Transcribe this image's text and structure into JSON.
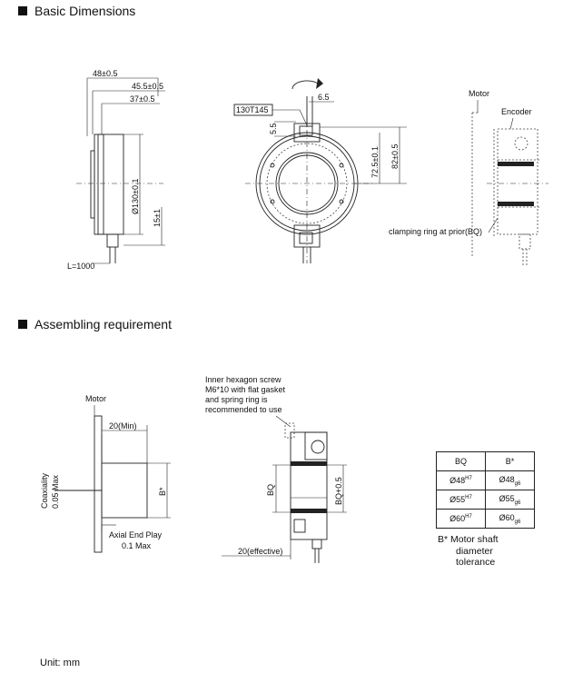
{
  "headings": {
    "basic": "Basic Dimensions",
    "assembling": "Assembling requirement"
  },
  "side_view": {
    "dim_48": "48±0.5",
    "dim_45_5": "45.5±0.5",
    "dim_37": "37±0.5",
    "dim_dia130": "Ø130±0.1",
    "dim_15": "15±1",
    "cable": "L=1000"
  },
  "front_view": {
    "label_130t145": "130T145",
    "dim_6_5": "6.5",
    "dim_5_5": "5.5",
    "dim_72_5": "72.5±0.1",
    "dim_82": "82±0.5"
  },
  "install_view": {
    "motor": "Motor",
    "encoder": "Encoder",
    "clamp": "clamping ring at prior(BQ)"
  },
  "assembly_left": {
    "motor": "Motor",
    "dim_20min": "20(Min)",
    "coaxiality_1": "Coaxiality",
    "coaxiality_2": "0.05 Max",
    "bstar": "B*",
    "axial_1": "Axial End Play",
    "axial_2": "0.1  Max"
  },
  "assembly_mid": {
    "note_1": "Inner hexagon screw",
    "note_2": "M6*10 with flat gasket",
    "note_3": "and spring ring is",
    "note_4": "recommended to use",
    "dim_bq": "BQ",
    "dim_bq05": "BQ+0.5",
    "dim_20eff": "20(effective)"
  },
  "table": {
    "headers": [
      "BQ",
      "B*"
    ],
    "rows": [
      {
        "bq": "Ø48",
        "bq_tol": "H7",
        "b": "Ø48",
        "b_tol": "g6"
      },
      {
        "bq": "Ø55",
        "bq_tol": "H7",
        "b": "Ø55",
        "b_tol": "g6"
      },
      {
        "bq": "Ø60",
        "bq_tol": "H7",
        "b": "Ø60",
        "b_tol": "g6"
      }
    ]
  },
  "bstar_note": {
    "line1": "B*  Motor shaft",
    "line2": "diameter",
    "line3": "tolerance"
  },
  "unit": "Unit: mm"
}
